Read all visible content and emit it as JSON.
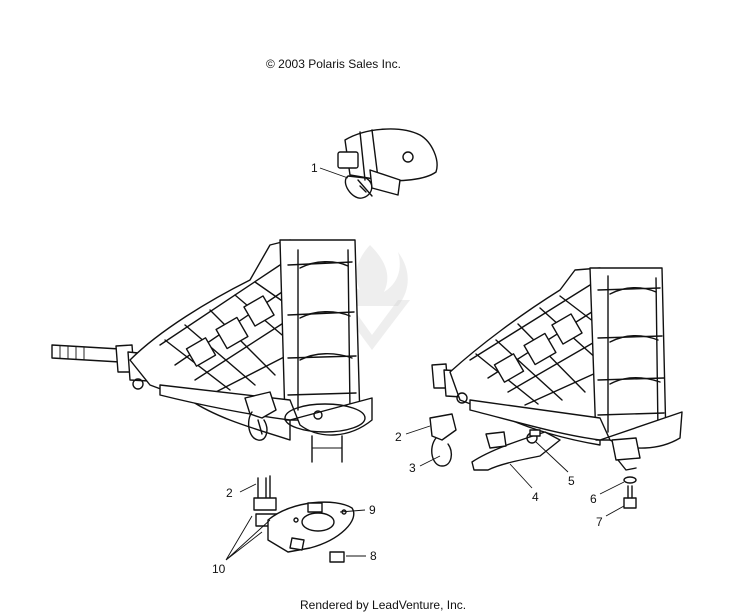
{
  "header": {
    "copyright": "© 2003 Polaris Sales Inc."
  },
  "footer": {
    "rendered_by": "Rendered by LeadVenture, Inc."
  },
  "callouts": [
    {
      "id": "c1",
      "label": "1"
    },
    {
      "id": "c2a",
      "label": "2"
    },
    {
      "id": "c2b",
      "label": "2"
    },
    {
      "id": "c3",
      "label": "3"
    },
    {
      "id": "c4",
      "label": "4"
    },
    {
      "id": "c5",
      "label": "5"
    },
    {
      "id": "c6",
      "label": "6"
    },
    {
      "id": "c7",
      "label": "7"
    },
    {
      "id": "c8",
      "label": "8"
    },
    {
      "id": "c9",
      "label": "9"
    },
    {
      "id": "c10",
      "label": "10"
    }
  ],
  "colors": {
    "ink": "#111111",
    "background": "#ffffff",
    "watermark": "#cfcfcf"
  }
}
